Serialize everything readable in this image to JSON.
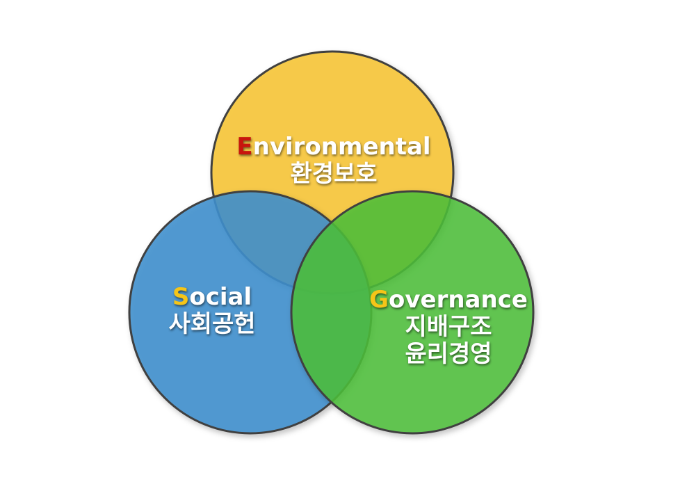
{
  "colors": {
    "environmental_circle": "#f7c842",
    "social_circle": "#3d8fce",
    "governance_circle": "#4cbf3a",
    "outline": "#404040",
    "env_initial": "#c8160d",
    "soc_initial": "#f5c518",
    "gov_initial": "#f5c518",
    "label_text": "#ffffff"
  },
  "environmental": {
    "initial": "E",
    "rest": "nvironmental",
    "korean": "환경보호"
  },
  "social": {
    "initial": "S",
    "rest": "ocial",
    "korean": "사회공헌"
  },
  "governance": {
    "initial": "G",
    "rest": "overnance",
    "korean_line1": "지배구조",
    "korean_line2": "윤리경영"
  }
}
